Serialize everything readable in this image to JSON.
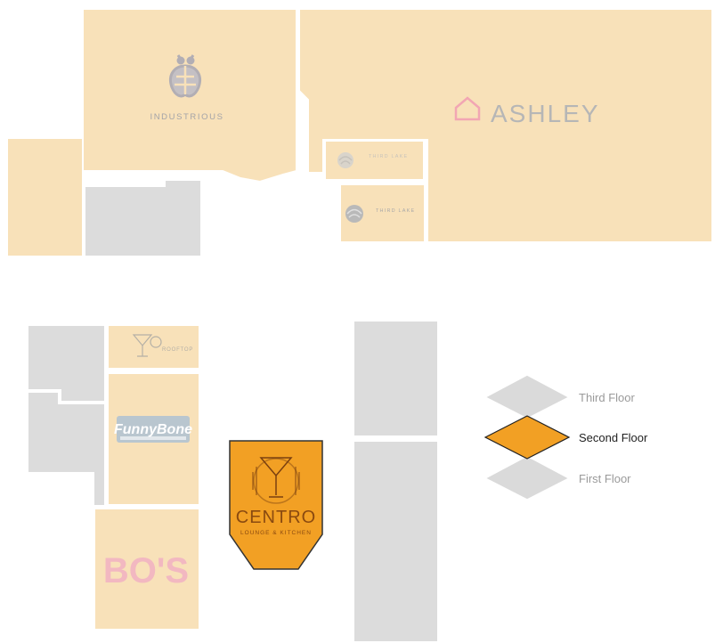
{
  "colors": {
    "tenant_fill": "#f8e1b9",
    "common_fill": "#dcdcdc",
    "outline": "#ffffff",
    "highlight_fill": "#f2a024",
    "highlight_stroke": "#333333",
    "legend_inactive": "#dadada",
    "legend_text_inactive": "#9a9a9a",
    "legend_text_active": "#222222",
    "ashley_text": "#b6b6b6",
    "ashley_roof": "#f2a6b3",
    "bos_text": "#f2b8c1",
    "funnybone_bg": "#b9c6cf",
    "centro_text": "#8a4a10"
  },
  "stores": {
    "industrious": {
      "name": "INDUSTRIOUS",
      "icon": "bee-icon"
    },
    "ashley": {
      "name": "ASHLEY",
      "icon": "house-icon"
    },
    "third_lake_1": {
      "name": "THIRD LAKE",
      "icon": "wave-icon"
    },
    "third_lake_2": {
      "name": "THIRD LAKE",
      "icon": "wave-icon"
    },
    "speakeasy": {
      "name": "ROOFTOP",
      "icon": "cocktail-icon"
    },
    "funny_bone": {
      "name": "FunnyBone",
      "icon": "laugh-icon"
    },
    "bos": {
      "name": "BO'S",
      "icon": ""
    },
    "centro": {
      "name": "CENTRO",
      "subtitle": "LOUNGE & KITCHEN",
      "icon": "martini-icon"
    }
  },
  "legend": {
    "floors": [
      {
        "label": "Third Floor",
        "active": false
      },
      {
        "label": "Second Floor",
        "active": true
      },
      {
        "label": "First Floor",
        "active": false
      }
    ]
  }
}
